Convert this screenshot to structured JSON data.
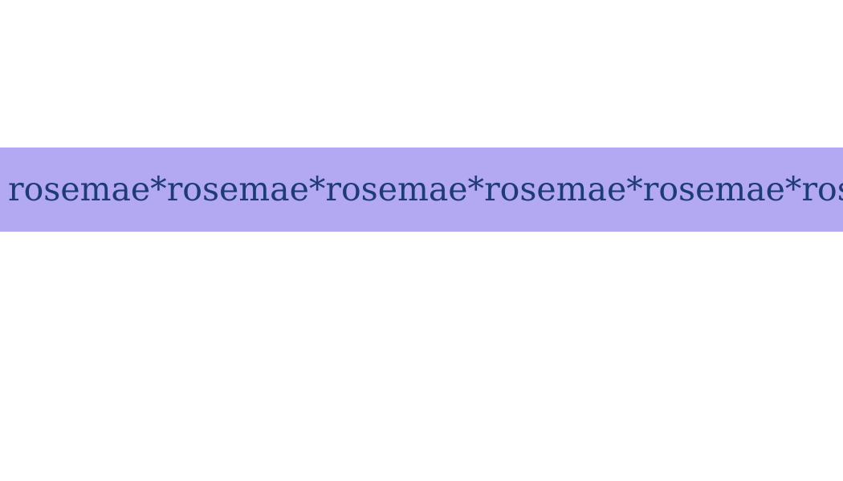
{
  "marquee": {
    "items": [
      "rosemae*",
      "rosemae*",
      "rosemae*",
      "rosemae*",
      "rosemae*",
      "rosemae*"
    ]
  },
  "colors": {
    "band": "#b3a8f2",
    "text": "#1f3a78",
    "background": "#ffffff"
  }
}
